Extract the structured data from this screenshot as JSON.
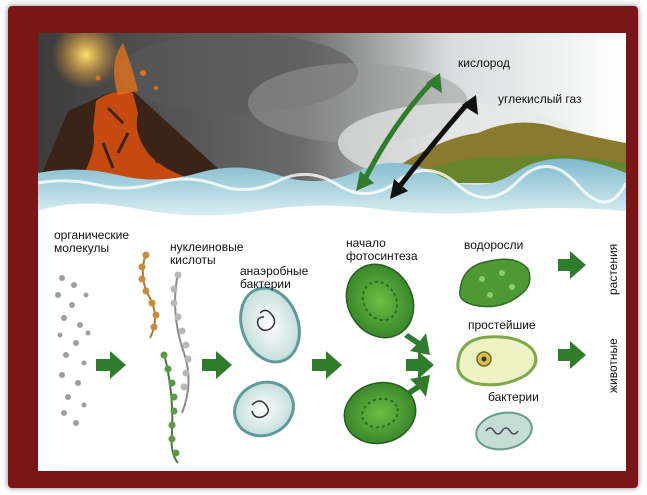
{
  "labels": {
    "oxygen": "кислород",
    "co2": "углекислый газ",
    "organic_molecules": "органические\nмолекулы",
    "nucleic_acids": "нуклеиновые\nкислоты",
    "anaerobic_bacteria": "анаэробные\nбактерии",
    "photosynthesis_start": "начало\nфотосинтеза",
    "algae": "водоросли",
    "protozoa": "простейшие",
    "bacteria": "бактерии",
    "plants": "растения",
    "animals": "животные"
  },
  "colors": {
    "frame": "#7a1616",
    "arrow_green": "#2f7d2c",
    "arrow_black": "#111111",
    "water": "#8fc6d8",
    "lava": "#c64a10",
    "cell_green": "#5aa83a"
  }
}
